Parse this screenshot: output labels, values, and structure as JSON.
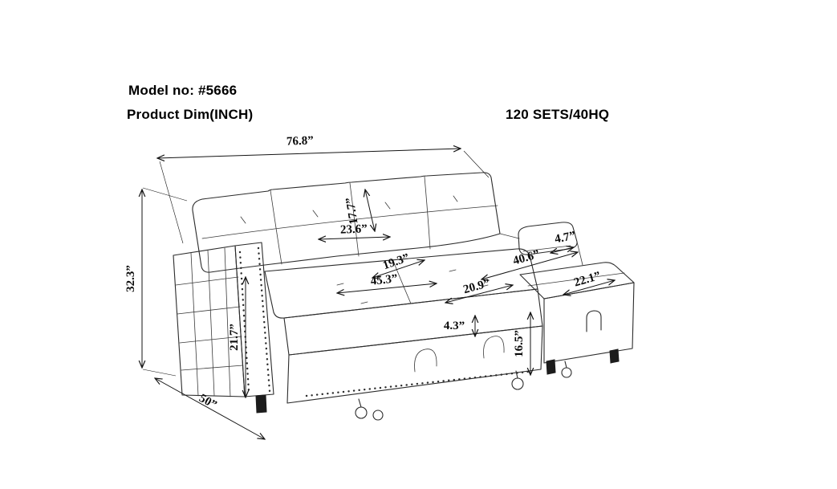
{
  "header": {
    "model": "Model no: #5666",
    "product_dim": "Product Dim(INCH)",
    "sets": "120 SETS/40HQ"
  },
  "dimensions": {
    "overall_width": "76.8”",
    "overall_height": "32.3”",
    "back_height": "17.7”",
    "back_cushion_width": "23.6”",
    "arm_width": "4.7”",
    "chaise_length": "40.6”",
    "seat_depth": "19.3”",
    "seat_width": "45.3”",
    "chaise_width": "22.1”",
    "bed_extension": "20.9”",
    "leg_height": "4.3”",
    "chaise_height": "16.5”",
    "arm_height": "21.7”",
    "overall_depth": "50”"
  },
  "colors": {
    "line": "#2b2b2b",
    "background": "#ffffff"
  }
}
